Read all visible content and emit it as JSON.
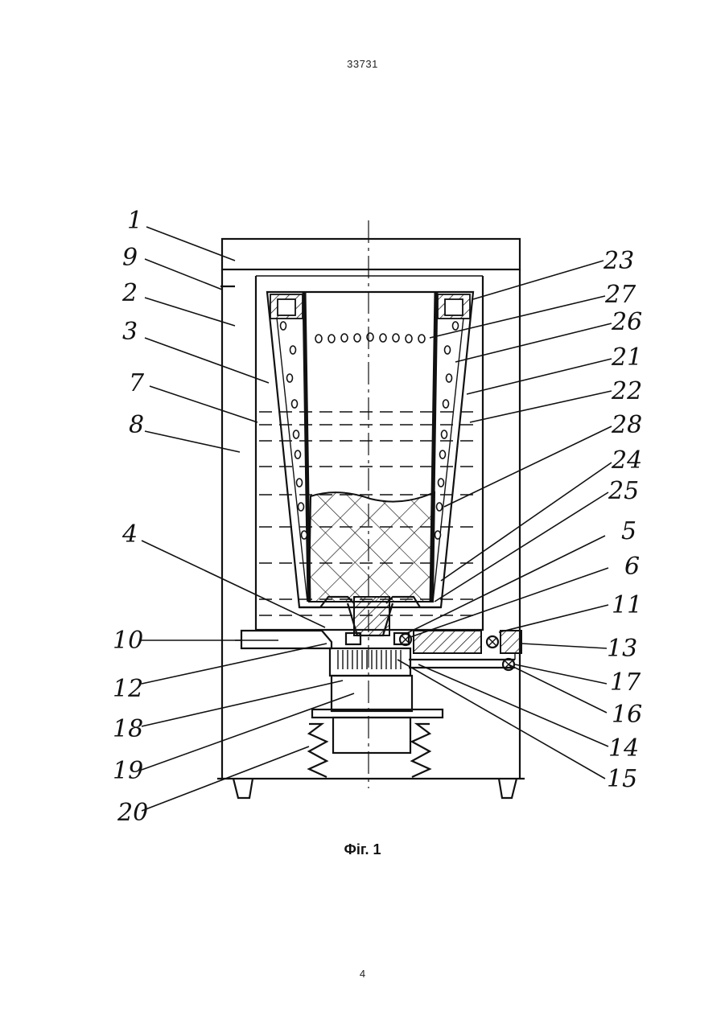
{
  "header": {
    "doc_number": "33731"
  },
  "figure": {
    "caption": "Фіг. 1",
    "labels": {
      "l1": "1",
      "l9": "9",
      "l2": "2",
      "l3": "3",
      "l7": "7",
      "l8": "8",
      "l4": "4",
      "l10": "10",
      "l12": "12",
      "l18": "18",
      "l19": "19",
      "l20": "20",
      "l23": "23",
      "l27": "27",
      "l26": "26",
      "l21": "21",
      "l22": "22",
      "l28": "28",
      "l24": "24",
      "l25": "25",
      "l5": "5",
      "l6": "6",
      "l11": "11",
      "l13": "13",
      "l17": "17",
      "l16": "16",
      "l14": "14",
      "l15": "15"
    }
  },
  "footer": {
    "page_number": "4"
  }
}
